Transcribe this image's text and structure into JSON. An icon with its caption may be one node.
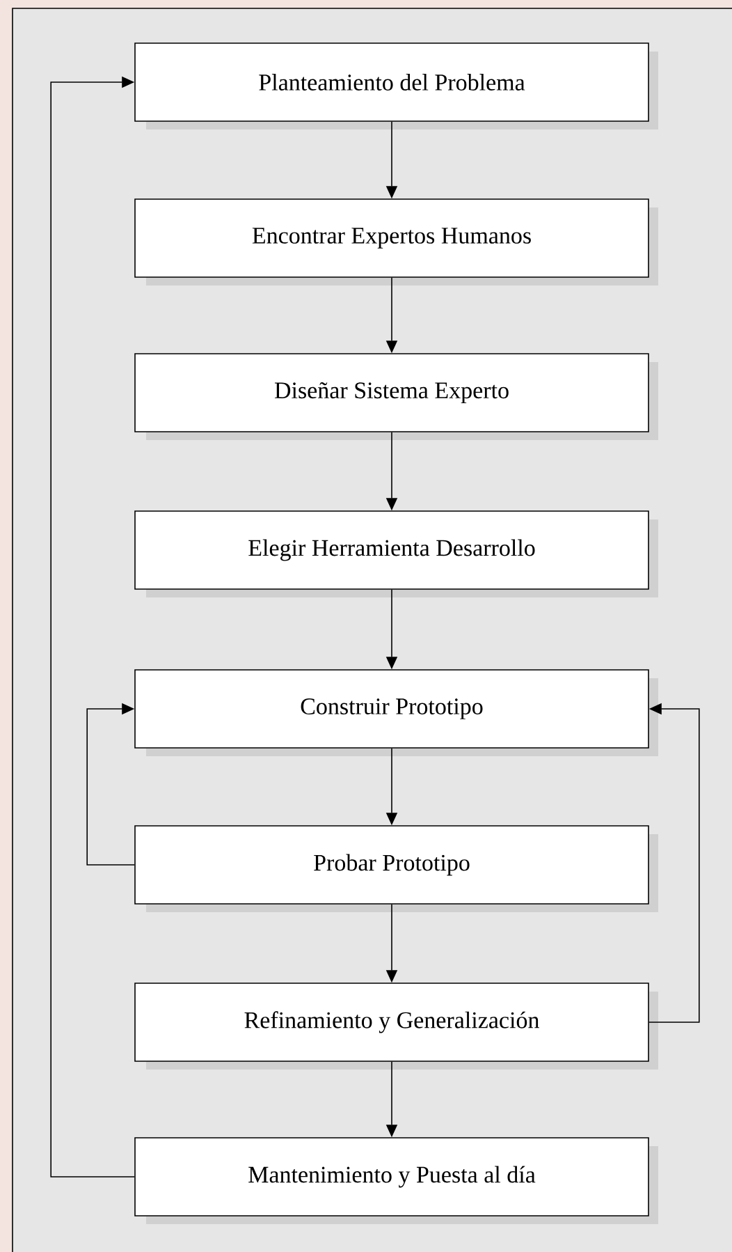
{
  "diagram": {
    "nodes": [
      {
        "text": [
          "Planteamiento del Problema"
        ]
      },
      {
        "text": [
          "Encontrar Expertos Humanos"
        ]
      },
      {
        "text": [
          "Diseñar Sistema Experto"
        ]
      },
      {
        "text": [
          "Elegir Herramienta Desarrollo"
        ]
      },
      {
        "text": [
          "Construir Prototipo"
        ]
      },
      {
        "text": [
          "Probar Prototipo"
        ]
      },
      {
        "text": [
          "Refinamiento y Generalización"
        ]
      },
      {
        "text": [
          "Mantenimiento y Puesta al día"
        ]
      }
    ],
    "edges": [
      {
        "from": 0,
        "to": 1,
        "arrow": "to"
      },
      {
        "from": 1,
        "to": 2,
        "arrow": "to"
      },
      {
        "from": 2,
        "to": 3,
        "arrow": "to"
      },
      {
        "from": 3,
        "to": 4,
        "arrow": "to"
      },
      {
        "from": 4,
        "to": 5,
        "arrow": "to"
      },
      {
        "from": 5,
        "to": 6,
        "arrow": "to"
      },
      {
        "from": 6,
        "to": 7,
        "arrow": "to"
      },
      {
        "from": 5,
        "to": 4,
        "arrow": "to"
      },
      {
        "from": 6,
        "to": 4,
        "arrow": "to"
      },
      {
        "from": 7,
        "to": 0,
        "arrow": "to"
      }
    ]
  }
}
